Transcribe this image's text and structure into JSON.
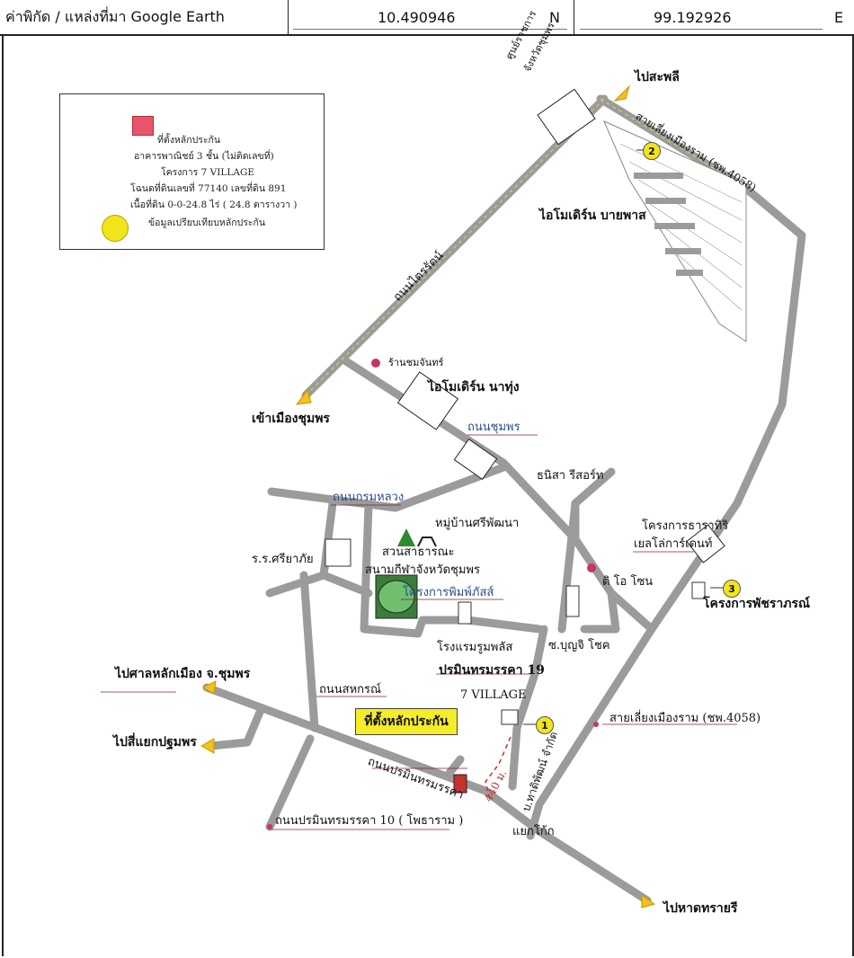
{
  "header": {
    "title": "ค่าพิกัด / แหล่งที่มา Google Earth",
    "lat": "10.490946",
    "lat_dir": "N",
    "lon": "99.192926",
    "lon_dir": "E"
  },
  "legend": {
    "line1": "ที่ตั้งหลักประกัน",
    "line2": "อาคารพาณิชย์ 3 ชั้น (ไม่ติดเลขที่)",
    "line3": "โครงการ 7 VILLAGE",
    "line4": "โฉนดที่ดินเลขที่ 77140 เลขที่ดิน 891",
    "line5": "เนื้อที่ดิน 0-0-24.8 ไร่ ( 24.8 ตารางวา )",
    "line6": "ข้อมูลเปรียบเทียบหลักประกัน"
  },
  "labels": {
    "to_sapli": "ไปสะพลี",
    "govt_center": "ศูนย์ราชการ",
    "govt_center2": "จังหวัดชุมพร",
    "bypass_road_top": "สายเลี่ยงเมืองราม (ชพ.4058)",
    "homepro_bypass": "ไอโมเดิร์น บายพาส",
    "paradorn_road": "ถนนไตรรัตน์",
    "shop_rasmee": "ร้านชมจันทร์",
    "homepro_nathung": "ไอโมเดิร์น นาทุ่ง",
    "to_chumphon_city": "เข้าเมืองชุมพร",
    "chumphon_road": "ถนนชุมพร",
    "thanisa_resort": "ธนิสา รีสอร์ท",
    "krom_luang_road": "ถนนกรมหลวง",
    "sri_pattana_village": "หมู่บ้านศรีพัฒนา",
    "tharathip_project": "โครงการธาราทิริ",
    "yellow_garden": "เยลโล่การ์เดนท์",
    "sriyapai_school": "ร.ร.ศรียาภัย",
    "public_park": "สวนสาธารณะ",
    "stadium": "สนามกีฬาจังหวัดชุมพร",
    "pimpolsat_project": "โครงการพิมพ์ภัสส์",
    "tee_ok": "ติ โอ โซน",
    "pacharaporn_project": "โครงการพัชราภรณ์",
    "hotel_plus": "โรงแรมรูมพลัส",
    "soi_boonchok": "ซ.บุญจิ โชค",
    "paramin_19": "ปรมินทรมรรคา 19",
    "to_city_pillar": "ไปศาลหลักเมือง จ.ชุมพร",
    "sahakorn_road": "ถนนสหกรณ์",
    "village_7": "7 VILLAGE",
    "collateral_site": "ที่ตั้งหลักประกัน",
    "bypass_road": "สายเลี่ยงเมืองราม (ชพ.4058)",
    "to_pathomphon": "ไปสี่แยกปฐมพร",
    "paramin_road": "ถนนปรมินทรมรรคา",
    "distance": "440 ม.",
    "company_name": "บ.ทาดิพัฒน์ จำกัด",
    "paramin_10": "ถนนปรมินทรมรรคา 10 ( โพธาราม )",
    "yaek_ko": "แยกโก้ก",
    "to_sai_ree_beach": "ไปหาดทรายรี"
  },
  "markers": [
    "1",
    "2",
    "3"
  ],
  "colors": {
    "road": "#9b9b9b",
    "collateral": "#e8546c",
    "comparable": "#f2e41a",
    "arrow": "#f2c21a",
    "water": "#2a4f8f"
  }
}
